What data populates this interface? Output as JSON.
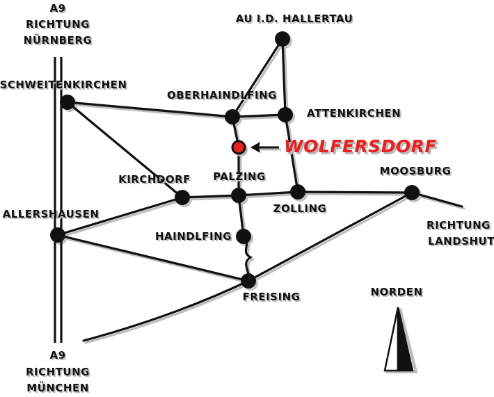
{
  "highlight_color": "#e8201e",
  "labels": {
    "a9_north_1": "A9",
    "a9_north_2": "RICHTUNG",
    "a9_north_3": "NÜRNBERG",
    "au_hallertau": "AU I.D. HALLERTAU",
    "schweitenkirchen": "SCHWEITENKIRCHEN",
    "oberhaindlfing": "OBERHAINDLFING",
    "attenkirchen": "ATTENKIRCHEN",
    "wolfersdorf": "WOLFERSDORF",
    "kirchdorf": "KIRCHDORF",
    "palzing": "PALZING",
    "moosburg": "MOOSBURG",
    "allershausen": "ALLERSHAUSEN",
    "zolling": "ZOLLING",
    "richtung_landshut_1": "RICHTUNG",
    "richtung_landshut_2": "LANDSHUT",
    "haindlfing": "HAINDLFING",
    "freising": "FREISING",
    "norden": "NORDEN",
    "a9_south_1": "A9",
    "a9_south_2": "RICHTUNG",
    "a9_south_3": "MÜNCHEN"
  },
  "icons": {
    "arrow": "left-arrow-icon",
    "north": "north-arrow-icon"
  }
}
